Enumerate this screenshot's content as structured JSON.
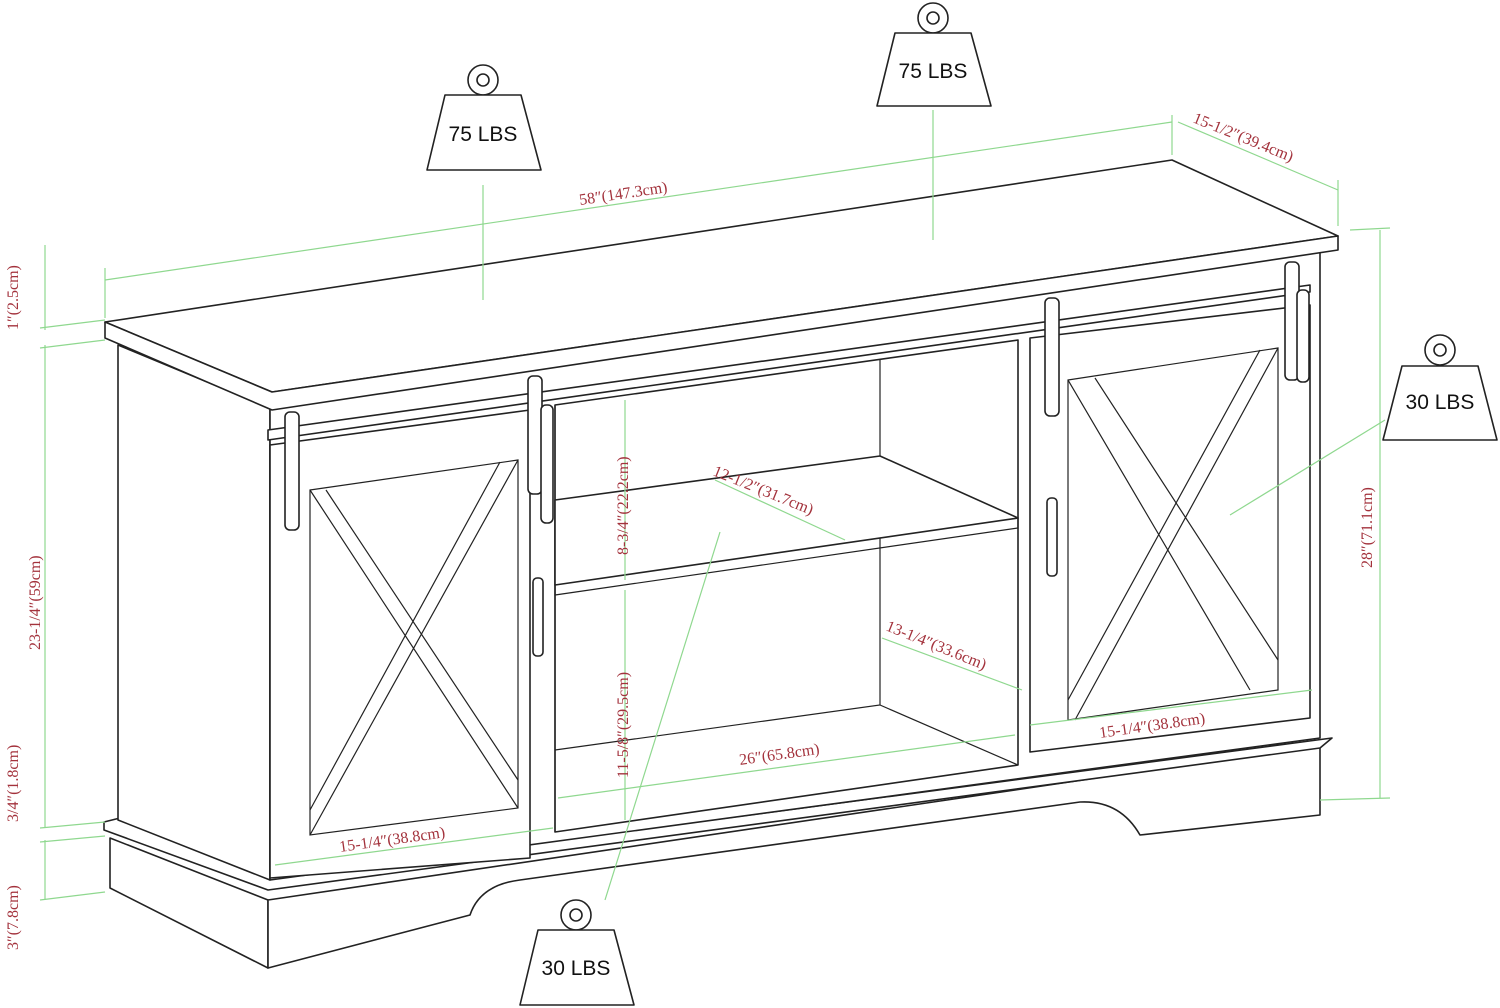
{
  "weights": {
    "top_left": "75 LBS",
    "top_right": "75 LBS",
    "cabinet_right": "30 LBS",
    "bottom_shelf": "30 LBS"
  },
  "dimensions": {
    "width": "58″(147.3cm)",
    "depth": "15-1/2″(39.4cm)",
    "top_thickness": "1″(2.5cm)",
    "body_height": "23-1/4″(59cm)",
    "bottom_trim": "3/4″(1.8cm)",
    "base_height": "3″(7.8cm)",
    "total_height": "28″(71.1cm)",
    "shelf_depth": "12-1/2″(31.7cm)",
    "upper_opening": "8-3/4″(22.2cm)",
    "lower_opening": "11-5/8″(29.5cm)",
    "cabinet_depth": "13-1/4″(33.6cm)",
    "center_width": "26″(65.8cm)",
    "left_door_width": "15-1/4″(38.8cm)",
    "right_door_width": "15-1/4″(38.8cm)"
  },
  "colors": {
    "dimension_text": "#a3323c",
    "dimension_line": "#8fd88f"
  }
}
